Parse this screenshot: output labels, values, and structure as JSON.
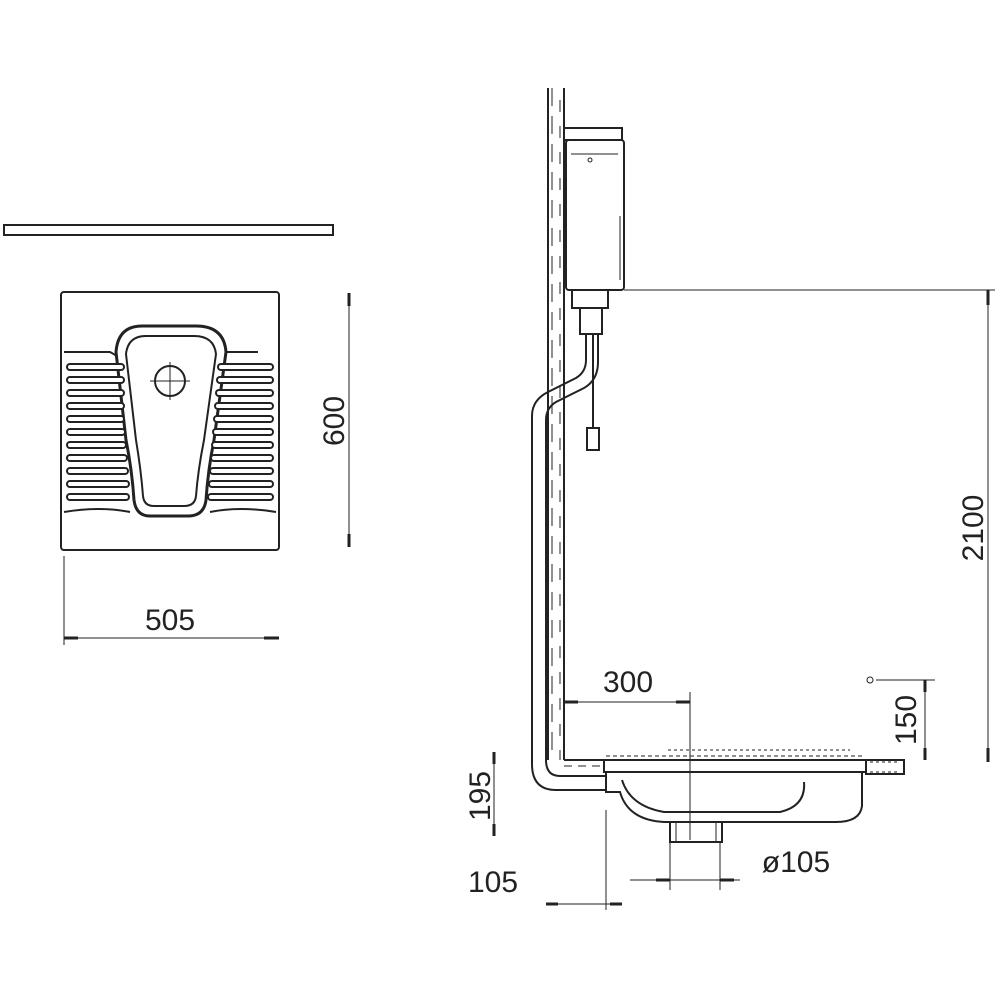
{
  "dimensions": {
    "top_view_width": "505",
    "top_view_depth": "600",
    "cistern_height": "2100",
    "outlet_offset": "300",
    "inlet_height": "150",
    "pan_height": "195",
    "wall_offset": "105",
    "outlet_diameter": "ø105"
  },
  "colors": {
    "line": "#222222",
    "background": "#ffffff"
  }
}
